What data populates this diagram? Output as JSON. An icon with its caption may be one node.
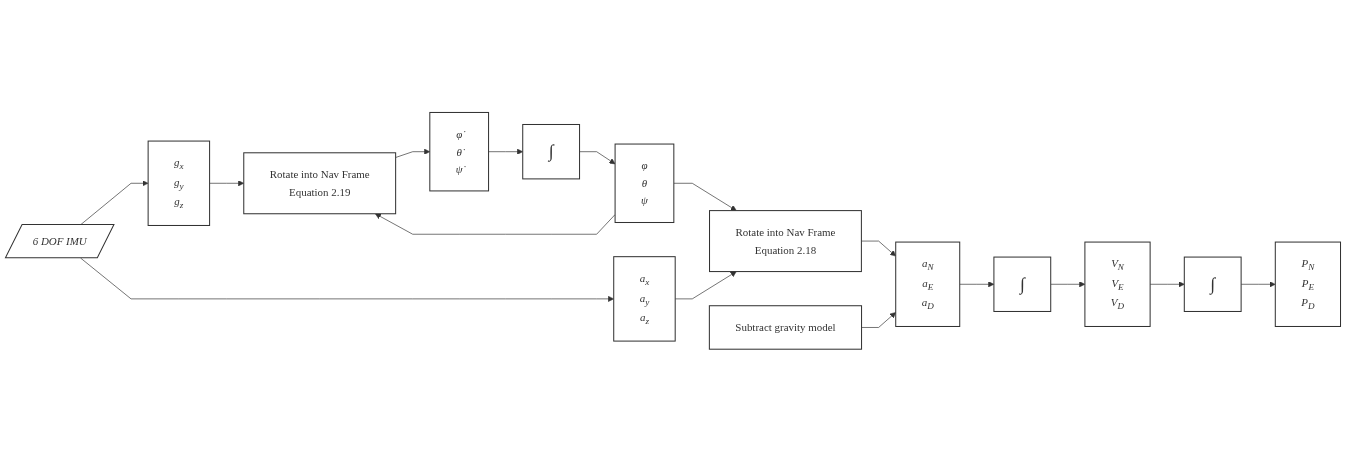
{
  "diagram": {
    "nodes": [
      {
        "text": [
          "6 DOF IMU"
        ]
      },
      {
        "text": [
          "g$_{x}$",
          "g$_{y}$",
          "g$_{z}$"
        ]
      },
      {
        "text": [
          "Rotate into Nav Frame",
          "Equation 2.19"
        ]
      },
      {
        "text": [
          "φ̇",
          "θ̇",
          "ψ̇"
        ]
      },
      {
        "text": [
          "∫"
        ]
      },
      {
        "text": [
          "φ",
          "θ",
          "ψ"
        ]
      },
      {
        "text": [
          "a$_{x}$",
          "a$_{y}$",
          "a$_{z}$"
        ]
      },
      {
        "text": [
          "Rotate into Nav Frame",
          "Equation 2.18"
        ]
      },
      {
        "text": [
          "a$_{N}$",
          "a$_{E}$",
          "a$_{D}$"
        ]
      },
      {
        "text": [
          "∫"
        ]
      },
      {
        "text": [
          "V$_{N}$",
          "V$_{E}$",
          "V$_{D}$"
        ]
      },
      {
        "text": [
          "∫"
        ]
      },
      {
        "text": [
          "P$_{N}$",
          "P$_{E}$",
          "P$_{D}$"
        ]
      },
      {
        "text": [
          "Subtract gravity model"
        ]
      }
    ],
    "edges": [
      {
        "from": 0,
        "to": 1,
        "arrow": "to"
      },
      {
        "from": 0,
        "to": 6,
        "arrow": "to"
      },
      {
        "from": 1,
        "to": 2,
        "arrow": "to"
      },
      {
        "from": 2,
        "to": 3,
        "arrow": "to"
      },
      {
        "from": 3,
        "to": 4,
        "arrow": "to"
      },
      {
        "from": 4,
        "to": 5,
        "arrow": "to"
      },
      {
        "from": 5,
        "to": 2,
        "arrow": "to"
      },
      {
        "from": 5,
        "to": 7,
        "arrow": "to"
      },
      {
        "from": 6,
        "to": 7,
        "arrow": "to"
      },
      {
        "from": 7,
        "to": 8,
        "arrow": "to"
      },
      {
        "from": 8,
        "to": 9,
        "arrow": "to"
      },
      {
        "from": 9,
        "to": 10,
        "arrow": "to"
      },
      {
        "from": 10,
        "to": 11,
        "arrow": "to"
      },
      {
        "from": 11,
        "to": 12,
        "arrow": "to"
      },
      {
        "from": 13,
        "to": 8,
        "arrow": "to"
      }
    ]
  }
}
